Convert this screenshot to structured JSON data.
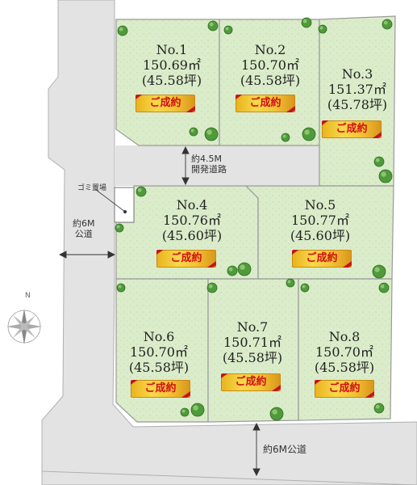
{
  "lots": [
    {
      "number": "No.1",
      "area": "150.69㎡",
      "tsubo": "(45.58坪)",
      "status": "ご成約"
    },
    {
      "number": "No.2",
      "area": "150.70㎡",
      "tsubo": "(45.58坪)",
      "status": "ご成約"
    },
    {
      "number": "No.3",
      "area": "151.37㎡",
      "tsubo": "(45.78坪)",
      "status": "ご成約"
    },
    {
      "number": "No.4",
      "area": "150.76㎡",
      "tsubo": "(45.60坪)",
      "status": "ご成約"
    },
    {
      "number": "No.5",
      "area": "150.77㎡",
      "tsubo": "(45.60坪)",
      "status": "ご成約"
    },
    {
      "number": "No.6",
      "area": "150.70㎡",
      "tsubo": "(45.58坪)",
      "status": "ご成約"
    },
    {
      "number": "No.7",
      "area": "150.71㎡",
      "tsubo": "(45.58坪)",
      "status": "ご成約"
    },
    {
      "number": "No.8",
      "area": "150.70㎡",
      "tsubo": "(45.58坪)",
      "status": "ご成約"
    }
  ],
  "roads": {
    "dev_road_width": "約4.5M",
    "dev_road_type": "開発道路",
    "west_road_width": "約6M",
    "west_road_type": "公道",
    "south_road": "約6M公道"
  },
  "garbage_label": "ゴミ置場",
  "compass_label": "N",
  "icons": [
    "compass-rose-icon",
    "tree-icon"
  ],
  "colors": {
    "lot_fill": "#dbeccb",
    "lot_border": "#9a9a9a",
    "road": "#e3e3e3",
    "badge_text": "#d10f18",
    "badge_gold": "#f3c437"
  }
}
